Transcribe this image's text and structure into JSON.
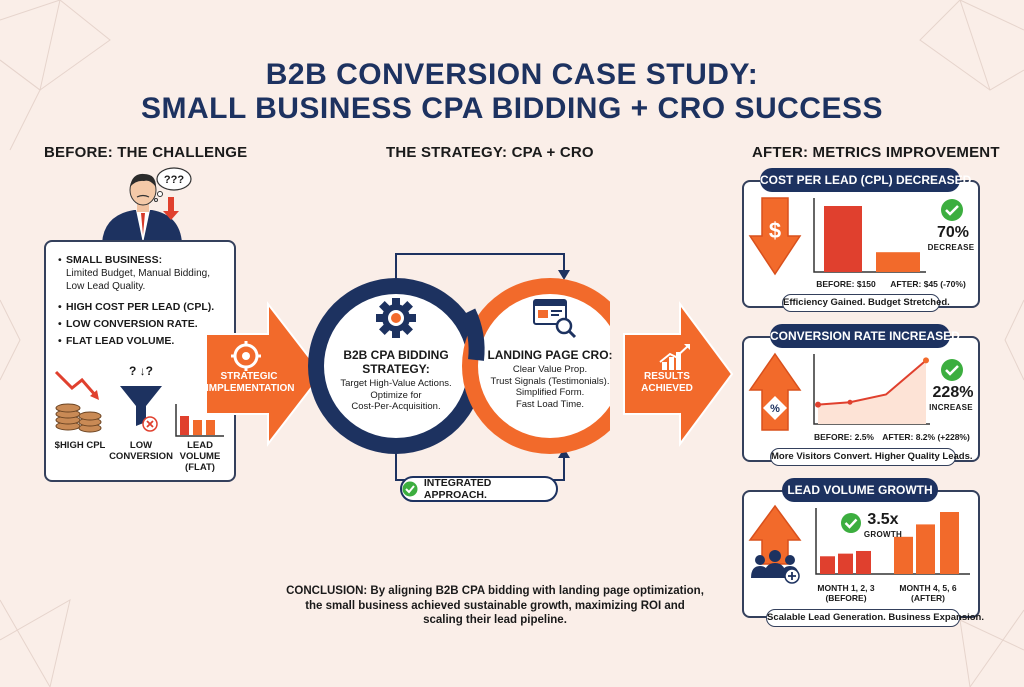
{
  "title": {
    "line1": "B2B CONVERSION CASE STUDY:",
    "line2": "SMALL BUSINESS CPA BIDDING + CRO SUCCESS"
  },
  "before": {
    "heading": "BEFORE: THE CHALLENGE",
    "thought": "???",
    "item1_bold": "SMALL BUSINESS:",
    "item1_text": "Limited Budget, Manual Bidding, Low Lead Quality.",
    "item2": "HIGH COST PER LEAD (CPL).",
    "item3": "LOW CONVERSION RATE.",
    "item4": "FLAT LEAD VOLUME.",
    "funnel_marks": "? ↓?",
    "icon_label_1": "$HIGH CPL",
    "icon_label_2a": "LOW",
    "icon_label_2b": "CONVERSION",
    "icon_label_3a": "LEAD",
    "icon_label_3b": "VOLUME",
    "icon_label_3c": "(FLAT)"
  },
  "arrow_left": {
    "line1": "STRATEGIC",
    "line2": "IMPLEMENTATION"
  },
  "strategy": {
    "heading": "THE STRATEGY: CPA + CRO",
    "cpa_title_1": "B2B CPA BIDDING",
    "cpa_title_2": "STRATEGY:",
    "cpa_body_1": "Target High-Value Actions.",
    "cpa_body_2": "Optimize for",
    "cpa_body_3": "Cost-Per-Acquisition.",
    "cro_title": "LANDING PAGE CRO:",
    "cro_body_1": "Clear Value Prop.",
    "cro_body_2": "Trust Signals (Testimonials).",
    "cro_body_3": "Simplified Form.",
    "cro_body_4": "Fast Load Time.",
    "integrated": "INTEGRATED APPROACH."
  },
  "arrow_right": {
    "line1": "RESULTS",
    "line2": "ACHIEVED"
  },
  "after": {
    "heading": "AFTER: METRICS IMPROVEMENT",
    "cpl": {
      "title": "COST PER LEAD (CPL) DECREASED",
      "big": "70%",
      "small": "DECREASE",
      "before_label": "BEFORE: $150",
      "after_label": "AFTER: $45 (-70%)",
      "footer": "Efficiency Gained. Budget Stretched.",
      "icon_glyph": "$"
    },
    "conv": {
      "title": "CONVERSION RATE INCREASED",
      "big": "228%",
      "small": "INCREASE",
      "before_label": "BEFORE: 2.5%",
      "after_label": "AFTER: 8.2% (+228%)",
      "footer": "More Visitors Convert. Higher Quality Leads.",
      "icon_glyph": "%"
    },
    "lead": {
      "title": "LEAD VOLUME GROWTH",
      "big": "3.5x",
      "small": "GROWTH",
      "before_label_1": "MONTH 1, 2, 3",
      "before_label_2": "(BEFORE)",
      "after_label_1": "MONTH 4, 5, 6",
      "after_label_2": "(AFTER)",
      "footer": "Scalable Lead Generation. Business Expansion."
    }
  },
  "conclusion": "CONCLUSION: By aligning B2B CPA bidding with landing page optimization, the small business achieved sustainable growth, maximizing ROI and scaling their lead pipeline.",
  "chart_data": [
    {
      "type": "bar",
      "categories": [
        "BEFORE",
        "AFTER"
      ],
      "values": [
        150,
        45
      ]
    },
    {
      "type": "line",
      "categories": [
        "BEFORE",
        "AFTER"
      ],
      "values": [
        2.5,
        8.2
      ]
    },
    {
      "type": "bar",
      "categories": [
        "MONTH 1",
        "MONTH 2",
        "MONTH 3",
        "MONTH 4",
        "MONTH 5",
        "MONTH 6"
      ],
      "values": [
        1,
        1.15,
        1.3,
        2.1,
        2.8,
        3.5
      ]
    }
  ],
  "colors": {
    "navy": "#1d3260",
    "orange": "#f26a2b",
    "red": "#e0402e",
    "green": "#3cae3f",
    "background": "#faeee8"
  }
}
